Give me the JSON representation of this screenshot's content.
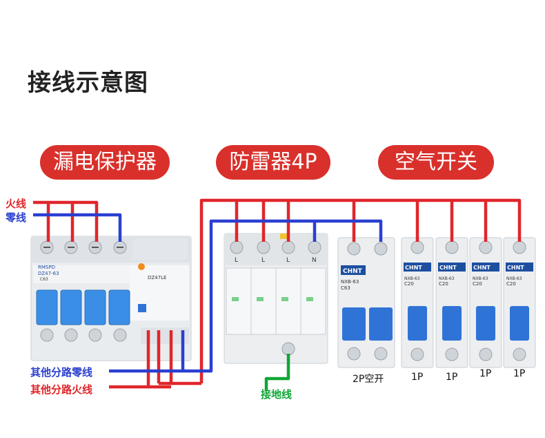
{
  "title": "接线示意图",
  "categories": [
    {
      "label": "漏电保护器"
    },
    {
      "label": "防雷器4P"
    },
    {
      "label": "空气开关"
    }
  ],
  "wire_labels": {
    "live": "火线",
    "neutral": "零线",
    "branch_neutral": "其他分路零线",
    "branch_live": "其他分路火线",
    "ground": "接地线"
  },
  "rcd": {
    "brand": "RMSPD",
    "model": "DZ47-63",
    "spec": "C63",
    "model_right": "DZ47LE"
  },
  "spd": {
    "pole_labels": [
      "L",
      "L",
      "L",
      "N"
    ]
  },
  "breakers": [
    {
      "brand": "CHNT",
      "model": "NXB-63",
      "spec": "C63",
      "caption": "2P空开"
    },
    {
      "brand": "CHNT",
      "model": "NXB-63",
      "spec": "C20",
      "caption": "1P"
    },
    {
      "brand": "CHNT",
      "model": "NXB-63",
      "spec": "C20",
      "caption": "1P"
    },
    {
      "brand": "CHNT",
      "model": "NXB-63",
      "spec": "C20",
      "caption": "1P"
    },
    {
      "brand": "CHNT",
      "model": "NXB-63",
      "spec": "C20",
      "caption": "1P"
    }
  ],
  "colors": {
    "live_wire": "#e0262a",
    "neutral_wire": "#2a3fd0",
    "ground_wire": "#10a636",
    "pill_bg": "#d9302b",
    "handle_blue": "#2f73d6"
  }
}
